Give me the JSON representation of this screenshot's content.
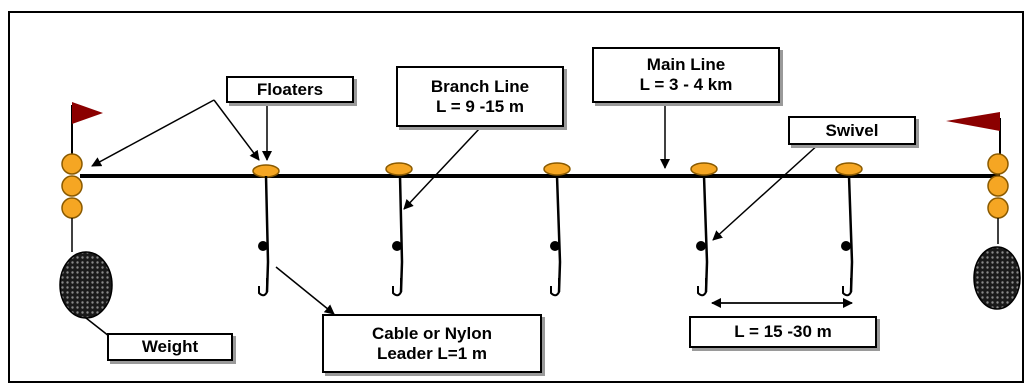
{
  "labels": {
    "floaters": "Floaters",
    "branch_line": [
      "Branch Line",
      "L = 9 -15 m"
    ],
    "main_line": [
      "Main Line",
      "L =  3 - 4 km"
    ],
    "swivel": "Swivel",
    "weight": "Weight",
    "leader": [
      "Cable or Nylon",
      "Leader L=1 m"
    ],
    "spacing": "L = 15 -30 m"
  },
  "colors": {
    "floater": "#f5a623",
    "flag": "#8b0000",
    "line": "#000000",
    "weight": "#333333"
  },
  "icons": [
    "flag-icon",
    "floater-icon",
    "weight-icon",
    "hook-icon",
    "swivel-icon"
  ]
}
